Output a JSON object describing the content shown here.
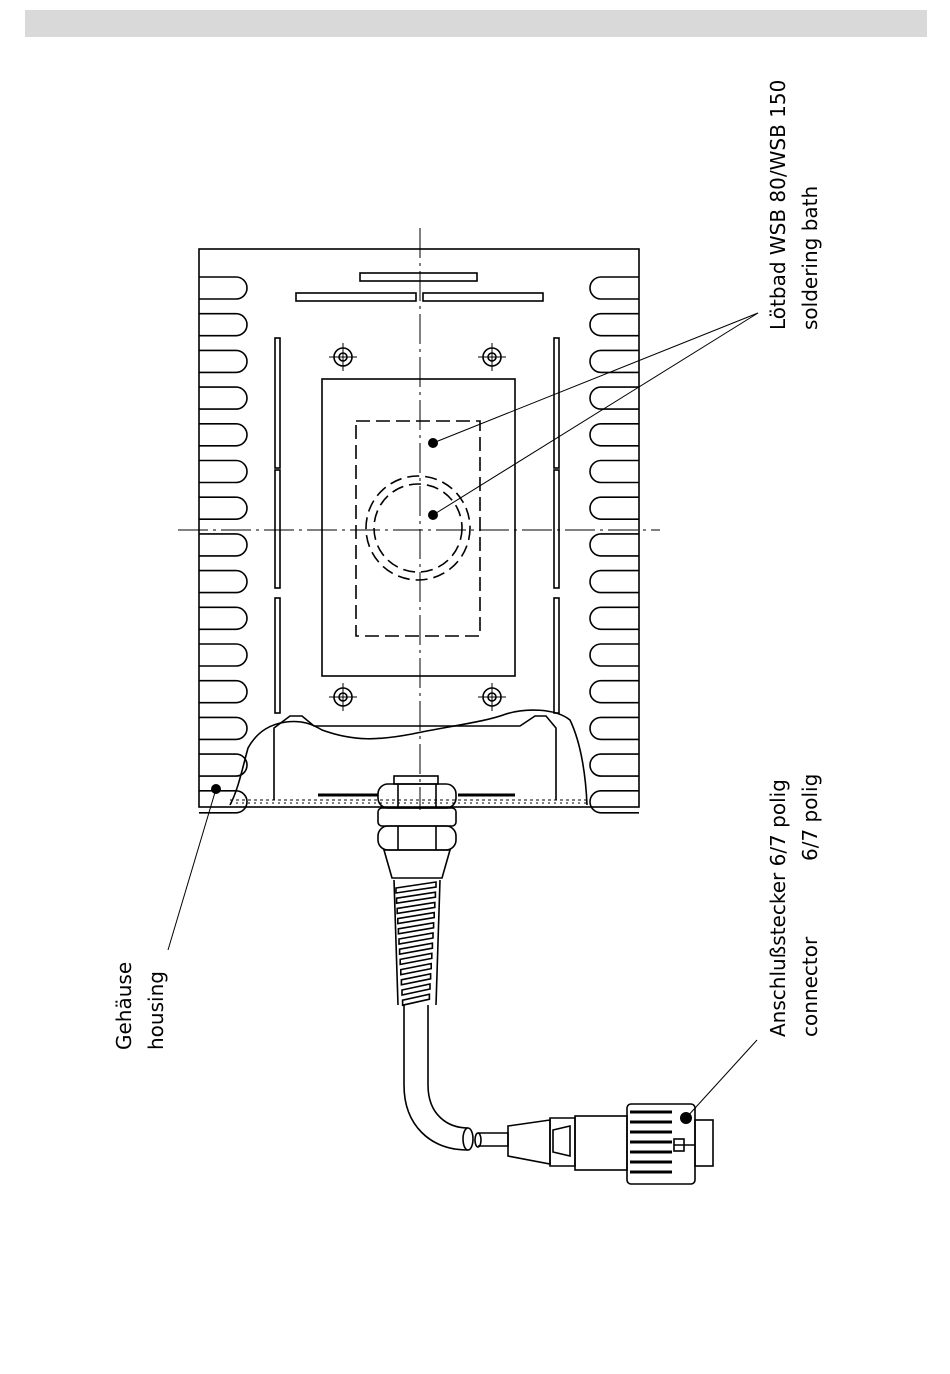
{
  "header": {
    "bar_color": "#d9d9d9"
  },
  "labels": {
    "soldering_bath_de": "Lötbad WSB 80/WSB 150",
    "soldering_bath_en": "soldering bath",
    "connector_de": "Anschlußstecker 6/7 polig",
    "connector_en_name": "connector",
    "connector_en_pins": "6/7 polig",
    "housing_de": "Gehäuse",
    "housing_en": "housing"
  }
}
